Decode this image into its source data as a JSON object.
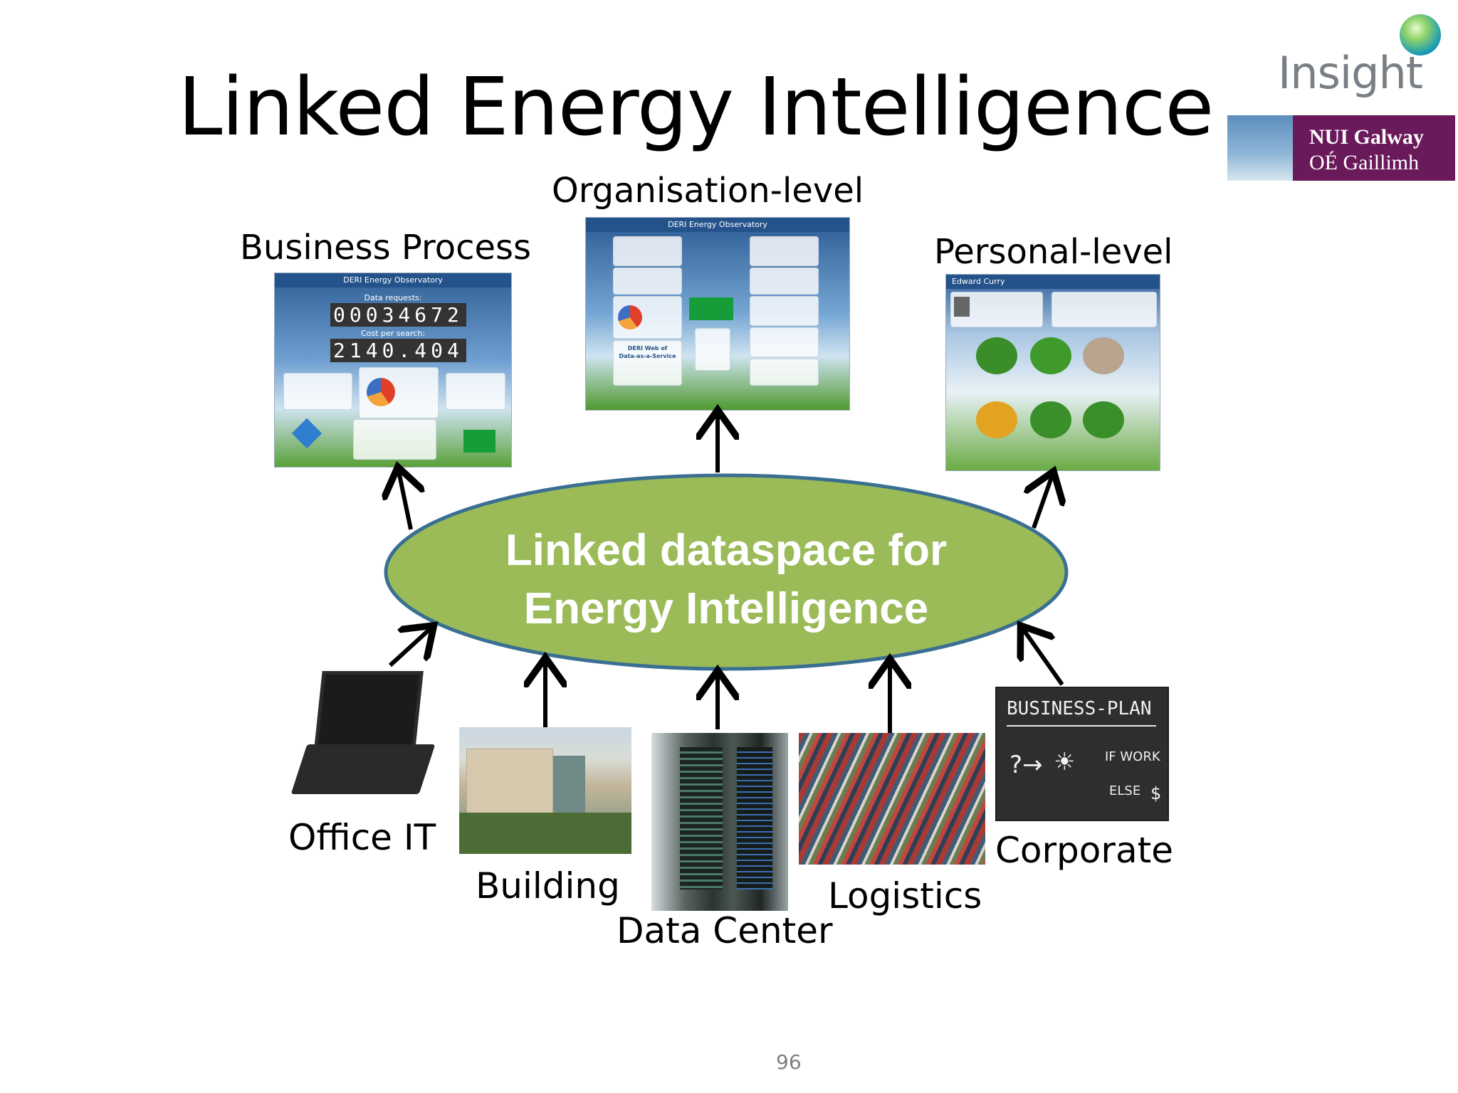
{
  "title": "Linked Energy Intelligence",
  "levels": {
    "business_process": "Business Process",
    "organisation": "Organisation-level",
    "personal": "Personal-level"
  },
  "hub": {
    "line1": "Linked dataspace for",
    "line2": "Energy Intelligence",
    "fill": "#9bbb59",
    "stroke": "#3a6f92"
  },
  "sources": {
    "office_it": "Office IT",
    "building": "Building",
    "data_center": "Data Center",
    "logistics": "Logistics",
    "corporate": "Corporate"
  },
  "dashboards": {
    "business_process": {
      "header": "DERI Energy Observatory",
      "data_requests_label": "Data requests:",
      "data_requests": "00034672",
      "cost_label": "Cost per search:",
      "cost": "2140.404"
    },
    "organisation": {
      "header": "DERI Energy Observatory",
      "service_line1": "DERI Web of",
      "service_line2": "Data-as-a-Service"
    },
    "personal": {
      "header": "Edward Curry"
    }
  },
  "corporate_board": {
    "heading": "BUSINESS-PLAN",
    "if_text": "IF WORK",
    "else_text": "ELSE"
  },
  "logo": {
    "insight": "Insight",
    "nui_line1": "NUI Galway",
    "nui_line2": "OÉ Gaillimh"
  },
  "page_number": "96"
}
